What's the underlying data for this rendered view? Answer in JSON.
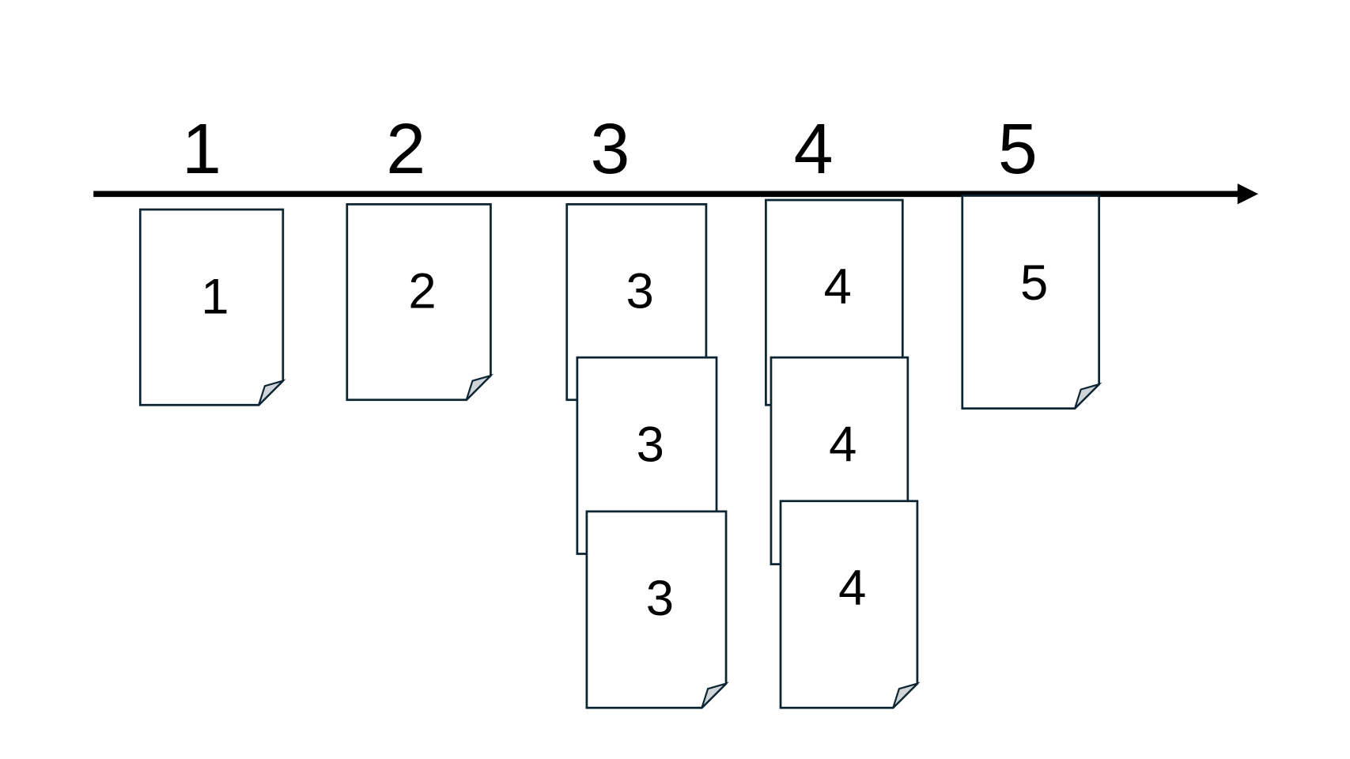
{
  "timeline": {
    "labels": [
      "1",
      "2",
      "3",
      "4",
      "5"
    ]
  },
  "documents": [
    {
      "label": "1",
      "column": 0,
      "stack": 0
    },
    {
      "label": "2",
      "column": 1,
      "stack": 0
    },
    {
      "label": "3",
      "column": 2,
      "stack": 0
    },
    {
      "label": "3",
      "column": 2,
      "stack": 1
    },
    {
      "label": "3",
      "column": 2,
      "stack": 2
    },
    {
      "label": "4",
      "column": 3,
      "stack": 0
    },
    {
      "label": "4",
      "column": 3,
      "stack": 1
    },
    {
      "label": "4",
      "column": 3,
      "stack": 2
    },
    {
      "label": "5",
      "column": 4,
      "stack": 0
    }
  ],
  "colors": {
    "axis": "#000000",
    "document_stroke": "#0d2533",
    "fold_fill": "#cfd4d8"
  }
}
